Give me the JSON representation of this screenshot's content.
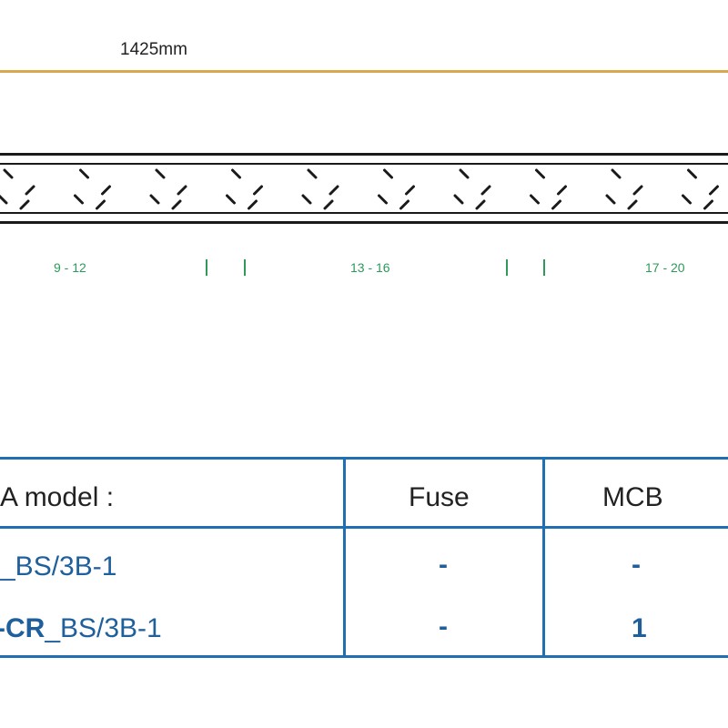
{
  "dimension": {
    "label": "1425mm",
    "line_color": "#d8a84e"
  },
  "groups": [
    "9 - 12",
    "13 - 16",
    "17 - 20"
  ],
  "table": {
    "headers": {
      "model": "A model :",
      "fuse": "Fuse",
      "mcb": "MCB"
    },
    "rows": [
      {
        "model_prefix": "",
        "model_suffix": "_BS/3B-1",
        "fuse": "-",
        "mcb": "-"
      },
      {
        "model_prefix": "-CR",
        "model_suffix": "_BS/3B-1",
        "fuse": "-",
        "mcb": "1"
      }
    ],
    "line_color": "#1f6fb2"
  },
  "colors": {
    "group_label": "#2d9a5a",
    "table_text": "#1f5f9c"
  }
}
